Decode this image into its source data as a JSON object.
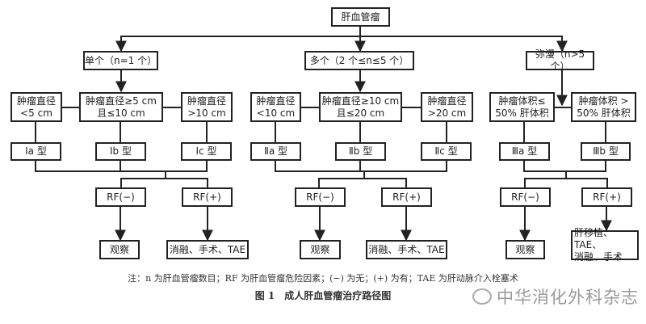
{
  "root": "肝血管瘤",
  "level1": [
    "单个（n=1 个）",
    "多个（2 个≤n≤5 个）",
    "弥漫（n>5 个）"
  ],
  "level2": [
    "肿瘤直径\n<5 cm",
    "肿瘤直径≥5 cm\n且≤10 cm",
    "肿瘤直径\n>10 cm",
    "肿瘤直径\n<10 cm",
    "肿瘤直径≥10 cm\n且≤20 cm",
    "肿瘤直径\n>20 cm",
    "肿瘤体积≤\n50% 肝体积",
    "肿瘤体积 >\n50% 肝体积"
  ],
  "types": [
    "Ⅰa 型",
    "Ⅰb 型",
    "Ⅰc 型",
    "Ⅱa 型",
    "Ⅱb 型",
    "Ⅱc 型",
    "Ⅲa 型",
    "Ⅲb 型"
  ],
  "rf": [
    "RF(−)",
    "RF(+)",
    "RF(−)",
    "RF(+)",
    "RF(−)",
    "RF(+)"
  ],
  "treatments": [
    "观察",
    "消融、手术、TAE",
    "观察",
    "消融、手术、TAE",
    "观察",
    "肝移植、TAE、\n消融、手术"
  ],
  "note": "注：n 为肝血管瘤数目；RF 为肝血管瘤危险因素；(−) 为无；(+) 为有；TAE 为肝动脉介入栓塞术",
  "figure_title": "图 1　成人肝血管瘤治疗路径图",
  "watermark": "中华消化外科杂志"
}
